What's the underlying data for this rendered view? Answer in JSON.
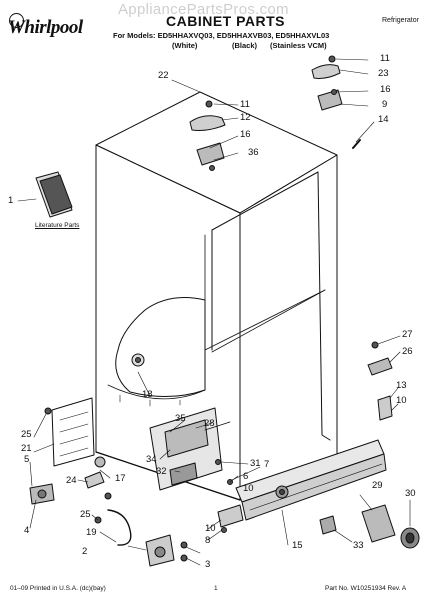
{
  "header": {
    "brand": "Whirlpool",
    "watermark": "AppliancePartsPros.com",
    "title": "CABINET PARTS",
    "category": "Refrigerator",
    "models_line": "For Models: ED5HHAXVQ03, ED5HHAXVB03, ED5HHAXVL03",
    "columns": [
      "(White)",
      "(Black)",
      "(Stainless VCM)"
    ]
  },
  "literature_label": "Literature Parts",
  "callouts": [
    "1",
    "2",
    "3",
    "4",
    "5",
    "6",
    "7",
    "8",
    "9",
    "10",
    "10",
    "10",
    "11",
    "11",
    "12",
    "13",
    "14",
    "15",
    "16",
    "16",
    "17",
    "18",
    "19",
    "21",
    "22",
    "23",
    "24",
    "25",
    "25",
    "26",
    "27",
    "28",
    "29",
    "30",
    "31",
    "32",
    "33",
    "34",
    "35",
    "36"
  ],
  "footer": {
    "left": "01–09 Printed in U.S.A. (dc)(bay)",
    "page": "1",
    "right": "Part No. W10251934 Rev. A"
  }
}
